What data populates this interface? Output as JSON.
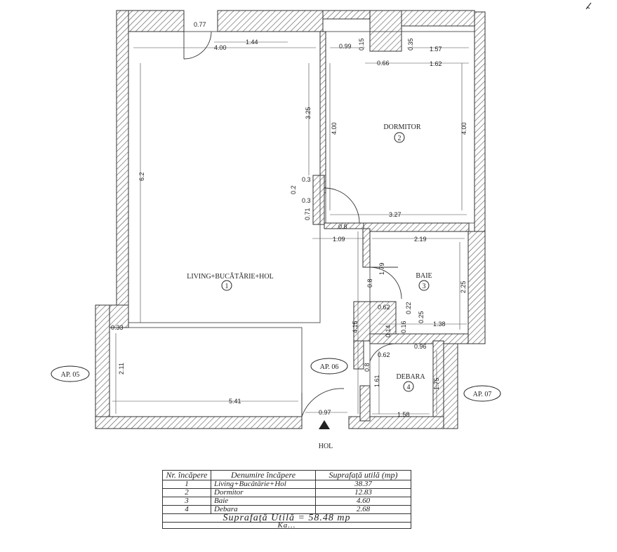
{
  "rooms": {
    "living": {
      "name": "LIVING+BUCĂTĂRIE+HOL",
      "number": "1"
    },
    "dormitor": {
      "name": "DORMITOR",
      "number": "2"
    },
    "baie": {
      "name": "BAIE",
      "number": "3"
    },
    "debara": {
      "name": "DEBARA",
      "number": "4"
    }
  },
  "tags": {
    "ap05": "AP. 05",
    "ap06": "AP. 06",
    "ap07": "AP. 07",
    "hol": "HOL"
  },
  "dims": {
    "d077": "0.77",
    "d144": "1.44",
    "d400a": "4.00",
    "d099": "0.99",
    "d015": "0.15",
    "d035": "0.35",
    "d157": "1.57",
    "d066": "0.66",
    "d162a": "1.62",
    "d325": "3.25",
    "d400b": "4.00",
    "d400c": "4.00",
    "d62": "6.2",
    "d03a": "0.3",
    "d02": "0.2",
    "d03b": "0.3",
    "d071": "0.71",
    "d327": "3.27",
    "d08a": "0.8",
    "d109": "1.09",
    "d219": "2.19",
    "d179": "1.79",
    "d08b": "0.8",
    "d225": "2.25",
    "d062a": "0.62",
    "d022": "0.22",
    "d025": "0.25",
    "d033": "0.33",
    "d138": "1.38",
    "d415": "4.15",
    "d014": "0.14",
    "d016": "0.16",
    "d096": "0.96",
    "d062b": "0.62",
    "d211": "2.11",
    "d08c": "0.8",
    "d161": "1.61",
    "d175": "1.75",
    "d541": "5.41",
    "d097": "0.97",
    "d158": "1.58"
  },
  "legend": {
    "headers": [
      "Nr. încăpere",
      "Denumire încăpere",
      "Suprafață utilă (mp)"
    ],
    "rows": [
      {
        "nr": "1",
        "name": "Living+Bucătărie+Hol",
        "area": "38.37"
      },
      {
        "nr": "2",
        "name": "Dormitor",
        "area": "12.83"
      },
      {
        "nr": "3",
        "name": "Baie",
        "area": "4.60"
      },
      {
        "nr": "4",
        "name": "Debara",
        "area": "2.68"
      }
    ],
    "total": "Suprafață Utilă = 58.48 mp",
    "partial": "Ka..."
  }
}
